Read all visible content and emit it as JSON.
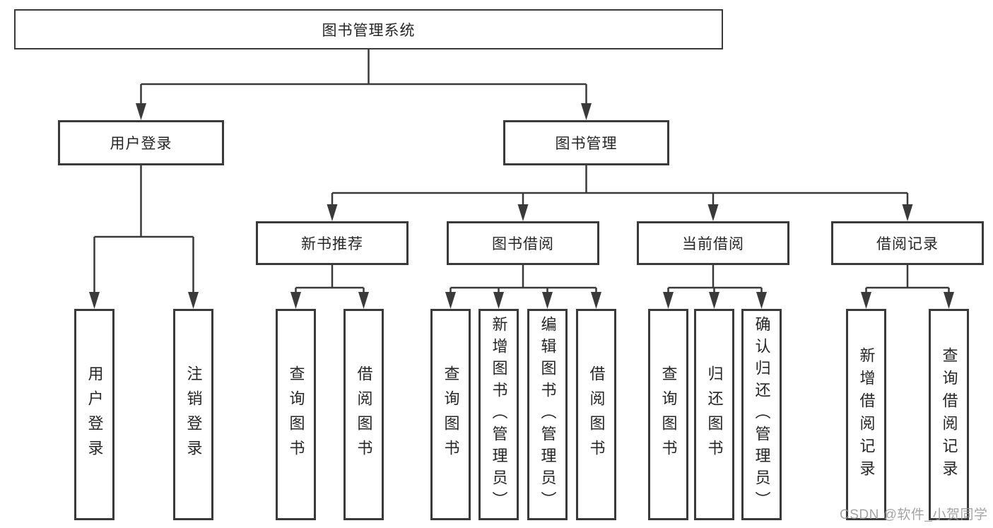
{
  "title": "图书管理系统",
  "watermark": {
    "text": "CSDN @软件_小贺同学",
    "color": "#949494"
  },
  "colors": {
    "line": "#3a3a3a",
    "border": "#3a3a3a",
    "text": "#262626",
    "background": "#ffffff",
    "watermark": "#949494"
  },
  "nodes": {
    "root": {
      "label": "图书管理系统"
    },
    "level2": [
      {
        "label": "用户登录"
      },
      {
        "label": "图书管理"
      }
    ],
    "level3": [
      {
        "label": "新书推荐"
      },
      {
        "label": "图书借阅"
      },
      {
        "label": "当前借阅"
      },
      {
        "label": "借阅记录"
      }
    ],
    "leaves": {
      "user_login": [
        {
          "label": "用户登录"
        },
        {
          "label": "注销登录"
        }
      ],
      "new_book_recommend": [
        {
          "label": "查询图书"
        },
        {
          "label": "借阅图书"
        }
      ],
      "book_borrow": [
        {
          "label": "查询图书"
        },
        {
          "label": "新增图书（管理员）"
        },
        {
          "label": "编辑图书（管理员）"
        },
        {
          "label": "借阅图书"
        }
      ],
      "current_borrow": [
        {
          "label": "查询图书"
        },
        {
          "label": "归还图书"
        },
        {
          "label": "确认归还（管理员）"
        }
      ],
      "borrow_record": [
        {
          "label": "新增借阅记录"
        },
        {
          "label": "查询借阅记录"
        }
      ]
    }
  }
}
